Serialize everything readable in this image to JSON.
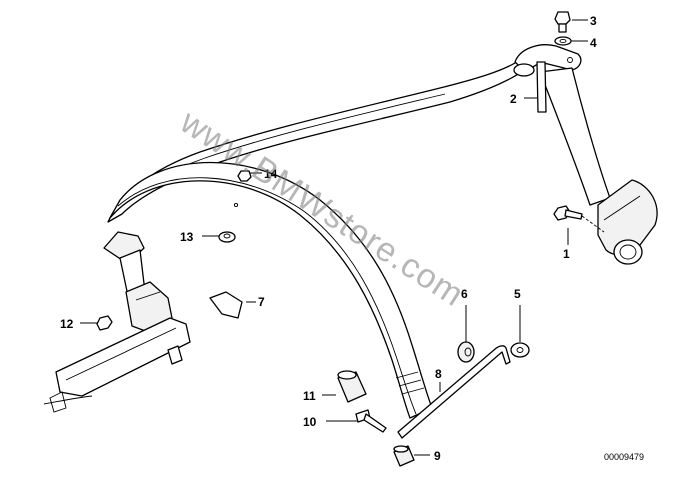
{
  "diagram": {
    "watermark": "www.BMWstore.com",
    "drawing_number": "00009479",
    "callouts": {
      "c1": "1",
      "c2": "2",
      "c3": "3",
      "c4": "4",
      "c5": "5",
      "c6": "6",
      "c7": "7",
      "c8": "8",
      "c9": "9",
      "c10": "10",
      "c11": "11",
      "c12": "12",
      "c13": "13",
      "c14": "14"
    }
  }
}
